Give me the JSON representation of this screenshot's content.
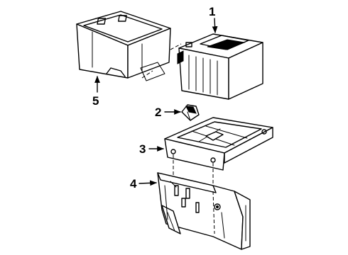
{
  "callouts": {
    "c1": "1",
    "c2": "2",
    "c3": "3",
    "c4": "4",
    "c5": "5"
  },
  "parts": {
    "c1": "battery",
    "c2": "terminal-cap",
    "c3": "battery-tray",
    "c4": "support-bracket",
    "c5": "battery-cover"
  }
}
